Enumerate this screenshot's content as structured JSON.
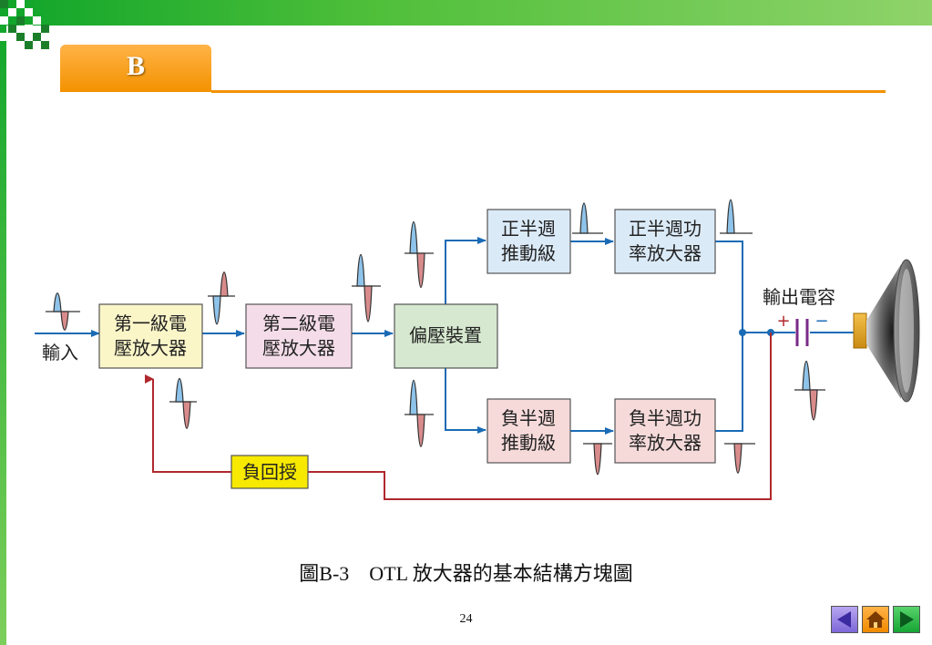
{
  "slide": {
    "section_tab": "B",
    "page_number": "24"
  },
  "caption": {
    "text": "圖B-3　OTL 放大器的基本結構方塊圖"
  },
  "diagram": {
    "input_label": "輸入",
    "blocks": {
      "stage1": {
        "line1": "第一級電",
        "line2": "壓放大器"
      },
      "stage2": {
        "line1": "第二級電",
        "line2": "壓放大器"
      },
      "bias": {
        "label": "偏壓裝置"
      },
      "pos_driver": {
        "line1": "正半週",
        "line2": "推動級"
      },
      "pos_power": {
        "line1": "正半週功",
        "line2": "率放大器"
      },
      "neg_driver": {
        "line1": "負半週",
        "line2": "推動級"
      },
      "neg_power": {
        "line1": "負半週功",
        "line2": "率放大器"
      },
      "feedback": {
        "label": "負回授"
      }
    },
    "capacitor": {
      "label": "輸出電容",
      "plus": "+",
      "minus": "−"
    }
  },
  "nav": {
    "prev": "previous-slide",
    "home": "home",
    "next": "next-slide"
  },
  "colors": {
    "accent_orange": "#f39200",
    "green_bar": "#0fa52a",
    "arrow_blue": "#1a6bb5",
    "feedback_red": "#b0282e",
    "stage1_fill": "#fbf6c8",
    "stage2_fill": "#f4dde8",
    "bias_fill": "#d6e8cf",
    "pos_fill": "#dbeaf7",
    "neg_fill": "#f6dada",
    "feedback_fill": "#f7e900",
    "wave_blue": "#8ec3ea",
    "wave_red": "#d98b8b"
  }
}
